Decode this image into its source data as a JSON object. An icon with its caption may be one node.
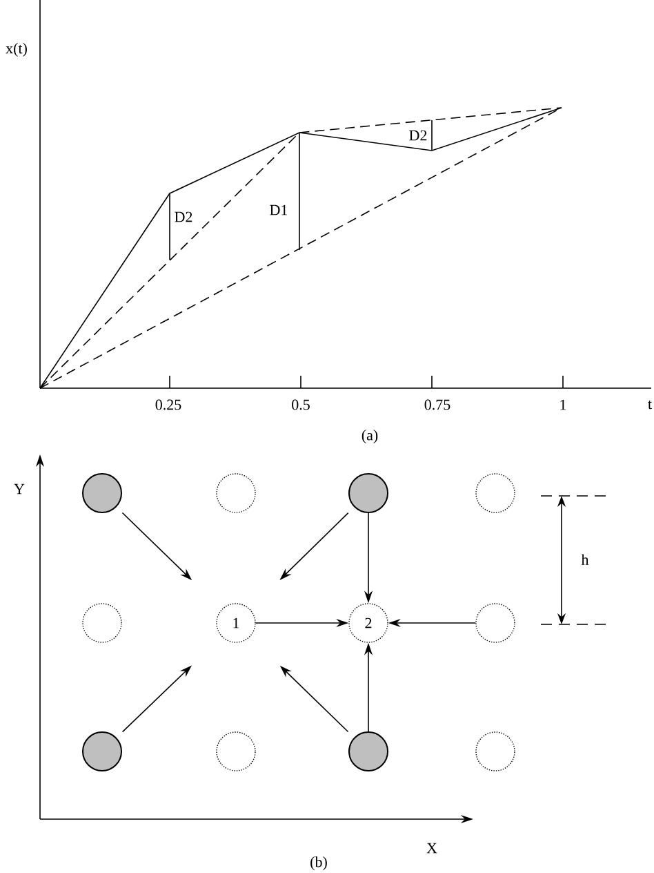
{
  "diagram": {
    "nodes": [
      {
        "text": [],
        "shape": "circle"
      },
      {
        "text": [],
        "shape": "circle"
      },
      {
        "text": [],
        "shape": "circle"
      },
      {
        "text": [],
        "shape": "circle"
      },
      {
        "text": [],
        "shape": "circle"
      },
      {
        "text": [
          "1"
        ]
      },
      {
        "text": [
          "2"
        ]
      },
      {
        "text": [],
        "shape": "circle"
      },
      {
        "text": [],
        "shape": "circle"
      },
      {
        "text": [],
        "shape": "circle"
      },
      {
        "text": [],
        "shape": "circle"
      },
      {
        "text": [],
        "shape": "circle"
      }
    ],
    "edges": [
      {
        "from": 0,
        "to": 5,
        "arrow": "to"
      },
      {
        "from": 2,
        "to": 5,
        "arrow": "to"
      },
      {
        "from": 2,
        "to": 6,
        "arrow": "to"
      },
      {
        "from": 5,
        "to": 6,
        "arrow": "to"
      },
      {
        "from": 7,
        "to": 6,
        "arrow": "to"
      },
      {
        "from": 8,
        "to": 5,
        "arrow": "to"
      },
      {
        "from": 10,
        "to": 5,
        "arrow": "to"
      },
      {
        "from": 10,
        "to": 6,
        "arrow": "to"
      }
    ],
    "labels": [
      "x(t)",
      "D2",
      "D1",
      "D2",
      "0.25",
      "0.5",
      "0.75",
      "1",
      "t",
      "(a)",
      "Y",
      "h",
      "X",
      "(b)"
    ]
  }
}
